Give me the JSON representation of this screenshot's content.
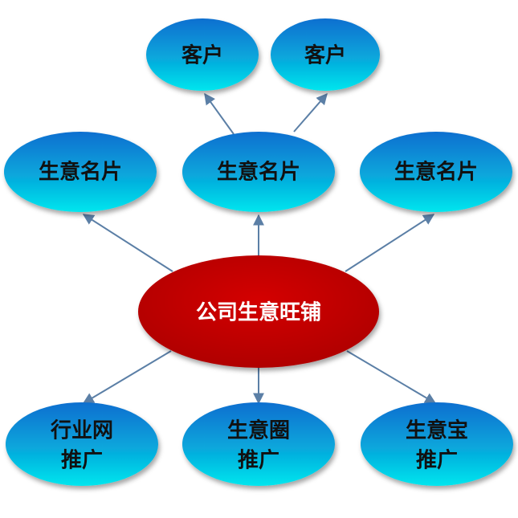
{
  "nodes": {
    "center": {
      "label": "公司生意旺铺",
      "color": "#c00000"
    },
    "card_left": {
      "label": "生意名片"
    },
    "card_middle": {
      "label": "生意名片"
    },
    "card_right": {
      "label": "生意名片"
    },
    "client_left": {
      "label": "客户"
    },
    "client_right": {
      "label": "客户"
    },
    "promo_industry": {
      "line1": "行业网",
      "line2": "推广"
    },
    "promo_circle": {
      "line1": "生意圈",
      "line2": "推广"
    },
    "promo_treasure": {
      "line1": "生意宝",
      "line2": "推广"
    }
  },
  "colors": {
    "node_top": "#0a6fd0",
    "node_bottom": "#00e0ee",
    "edge": "#5b7fa6",
    "center": "#c00000"
  }
}
